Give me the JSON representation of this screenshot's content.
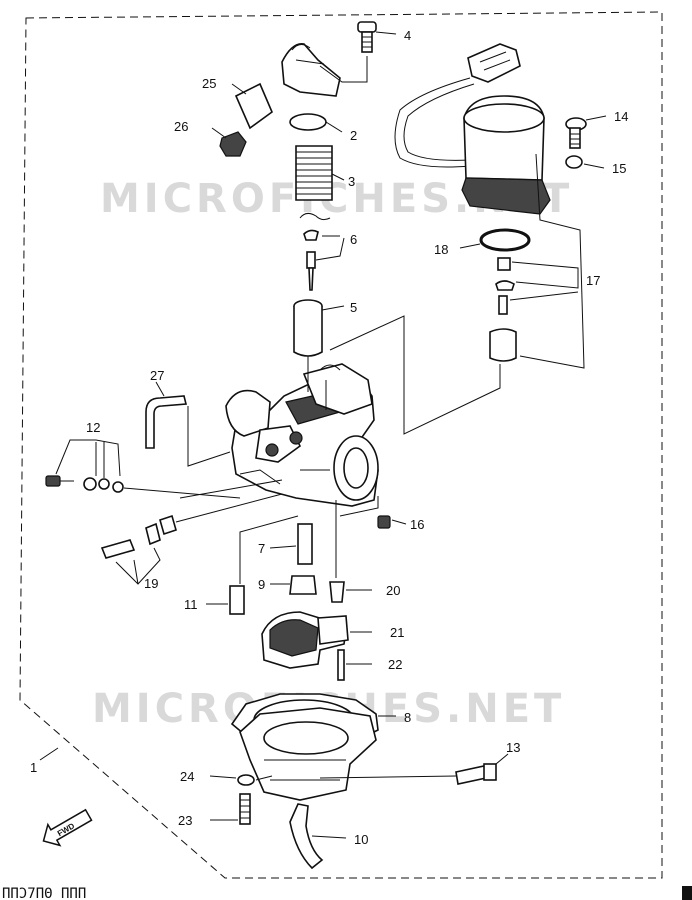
{
  "watermarks": [
    "MICROFICHES.NET",
    "MICROFICHES.NET"
  ],
  "callouts": {
    "c1": "1",
    "c2": "2",
    "c3": "3",
    "c4": "4",
    "c5": "5",
    "c6": "6",
    "c7": "7",
    "c8": "8",
    "c9": "9",
    "c10": "10",
    "c11": "11",
    "c12": "12",
    "c13": "13",
    "c14": "14",
    "c15": "15",
    "c16": "16",
    "c17": "17",
    "c18": "18",
    "c19": "19",
    "c20": "20",
    "c21": "21",
    "c22": "22",
    "c23": "23",
    "c24": "24",
    "c25": "25",
    "c26": "26",
    "c27": "27"
  },
  "fwd_label": "FWD",
  "figure_code": "ΠΠϽ7ΠΘ ΠΠΠ"
}
